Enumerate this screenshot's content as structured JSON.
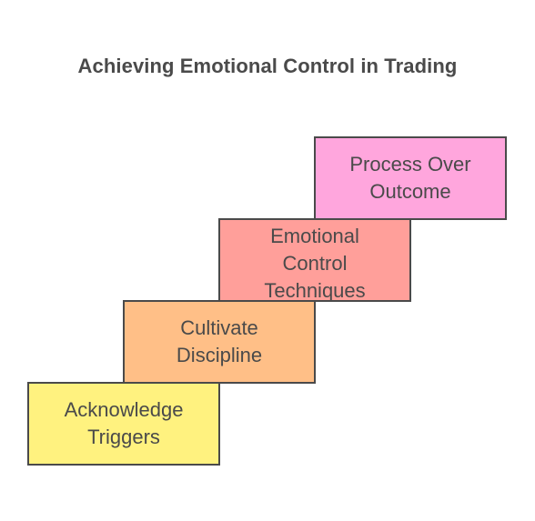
{
  "title": "Achieving Emotional Control in Trading",
  "steps": [
    {
      "label": "Acknowledge\nTriggers",
      "color": "#fff27f"
    },
    {
      "label": "Cultivate\nDiscipline",
      "color": "#ffbf87"
    },
    {
      "label": "Emotional\nControl\nTechniques",
      "color": "#ff9f9a"
    },
    {
      "label": "Process Over\nOutcome",
      "color": "#ffa6dd"
    }
  ],
  "colors": {
    "text": "#4a4a4a",
    "border": "#4a4a4a",
    "background": "#ffffff"
  }
}
